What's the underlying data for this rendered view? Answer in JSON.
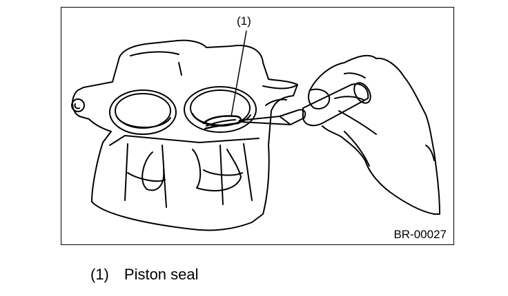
{
  "figure": {
    "callout": "(1)",
    "code": "BR-00027"
  },
  "legend": {
    "items": [
      {
        "number": "(1)",
        "label": "Piston seal"
      }
    ]
  }
}
